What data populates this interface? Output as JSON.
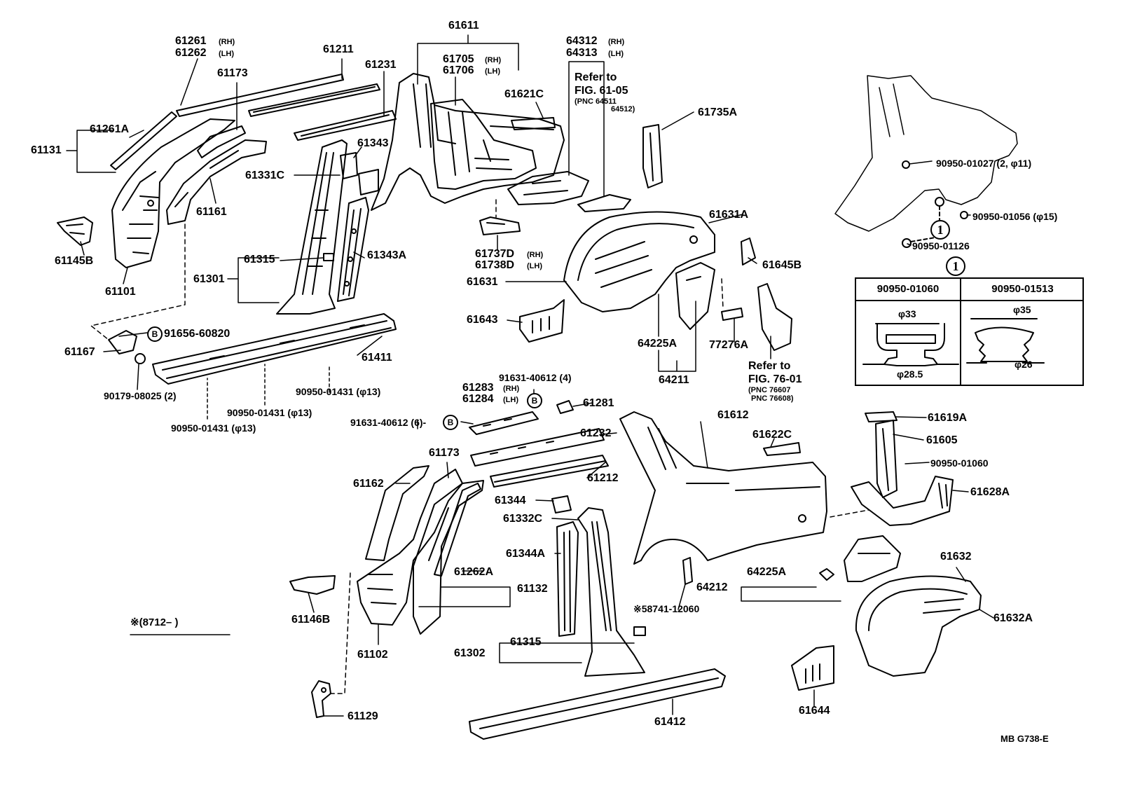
{
  "diagram": {
    "footer_code": "MB  G738-E",
    "note_mark": "※(8712–        )",
    "legend": {
      "circle_b": "B",
      "circle_1": "1"
    },
    "grommet_table": {
      "col1": {
        "part": "90950-01060",
        "outer": "φ33",
        "inner": "φ28.5"
      },
      "col2": {
        "part": "90950-01513",
        "outer": "φ35",
        "inner": "φ26"
      }
    },
    "labels": [
      {
        "id": "61611",
        "text": "61611"
      },
      {
        "id": "61261",
        "text": "61261"
      },
      {
        "id": "61261-rh",
        "text": "(RH)"
      },
      {
        "id": "61262",
        "text": "61262"
      },
      {
        "id": "61262-lh",
        "text": "(LH)"
      },
      {
        "id": "61211",
        "text": "61211"
      },
      {
        "id": "61173a",
        "text": "61173"
      },
      {
        "id": "61231",
        "text": "61231"
      },
      {
        "id": "61705",
        "text": "61705"
      },
      {
        "id": "61705-rh",
        "text": "(RH)"
      },
      {
        "id": "61706",
        "text": "61706"
      },
      {
        "id": "61706-lh",
        "text": "(LH)"
      },
      {
        "id": "64312",
        "text": "64312"
      },
      {
        "id": "64312-rh",
        "text": "(RH)"
      },
      {
        "id": "64313",
        "text": "64313"
      },
      {
        "id": "64313-lh",
        "text": "(LH)"
      },
      {
        "id": "refer-to-1",
        "text": "Refer to"
      },
      {
        "id": "fig-61-05",
        "text": "FIG. 61-05"
      },
      {
        "id": "pnc-64511",
        "text": "(PNC  64511"
      },
      {
        "id": "pnc-64512",
        "text": "64512)"
      },
      {
        "id": "61621c",
        "text": "61621C"
      },
      {
        "id": "61735a",
        "text": "61735A"
      },
      {
        "id": "61261a",
        "text": "61261A"
      },
      {
        "id": "61131",
        "text": "61131"
      },
      {
        "id": "61343",
        "text": "61343"
      },
      {
        "id": "61331c",
        "text": "61331C"
      },
      {
        "id": "61161",
        "text": "61161"
      },
      {
        "id": "61145b",
        "text": "61145B"
      },
      {
        "id": "61101",
        "text": "61101"
      },
      {
        "id": "61315a",
        "text": "61315"
      },
      {
        "id": "61301",
        "text": "61301"
      },
      {
        "id": "61343a",
        "text": "61343A"
      },
      {
        "id": "61737d",
        "text": "61737D"
      },
      {
        "id": "61737d-rh",
        "text": "(RH)"
      },
      {
        "id": "61738d",
        "text": "61738D"
      },
      {
        "id": "61738d-lh",
        "text": "(LH)"
      },
      {
        "id": "61631a",
        "text": "61631A"
      },
      {
        "id": "61631",
        "text": "61631"
      },
      {
        "id": "61645b",
        "text": "61645B"
      },
      {
        "id": "61643",
        "text": "61643"
      },
      {
        "id": "91656-60820",
        "text": "91656-60820"
      },
      {
        "id": "61167",
        "text": "61167"
      },
      {
        "id": "61411",
        "text": "61411"
      },
      {
        "id": "64225a-1",
        "text": "64225A"
      },
      {
        "id": "77276a",
        "text": "77276A"
      },
      {
        "id": "64211",
        "text": "64211"
      },
      {
        "id": "refer-to-2",
        "text": "Refer to"
      },
      {
        "id": "fig-76-01",
        "text": "FIG. 76-01"
      },
      {
        "id": "pnc-76607",
        "text": "(PNC 76607"
      },
      {
        "id": "pnc-76608",
        "text": "PNC 76608)"
      },
      {
        "id": "90179-08025",
        "text": "90179-08025 (2)"
      },
      {
        "id": "90950-01431-a",
        "text": "90950-01431 (φ13)"
      },
      {
        "id": "90950-01431-b",
        "text": "90950-01431 (φ13)"
      },
      {
        "id": "90950-01431-c",
        "text": "90950-01431 (φ13)"
      },
      {
        "id": "91631-40612-4",
        "text": "91631-40612 (4)"
      },
      {
        "id": "61283",
        "text": "61283"
      },
      {
        "id": "61283-rh",
        "text": "(RH)"
      },
      {
        "id": "61284",
        "text": "61284"
      },
      {
        "id": "61284-lh",
        "text": "(LH)"
      },
      {
        "id": "61281",
        "text": "61281"
      },
      {
        "id": "91631-40612-6",
        "text": "91631-40612 (6)-"
      },
      {
        "id": "61232",
        "text": "61232"
      },
      {
        "id": "61612",
        "text": "61612"
      },
      {
        "id": "61622c",
        "text": "61622C"
      },
      {
        "id": "61619a",
        "text": "61619A"
      },
      {
        "id": "61605",
        "text": "61605"
      },
      {
        "id": "90950-01060",
        "text": "90950-01060"
      },
      {
        "id": "61628a",
        "text": "61628A"
      },
      {
        "id": "61173b",
        "text": "61173"
      },
      {
        "id": "61212",
        "text": "61212"
      },
      {
        "id": "61162",
        "text": "61162"
      },
      {
        "id": "61344",
        "text": "61344"
      },
      {
        "id": "61332c",
        "text": "61332C"
      },
      {
        "id": "61344a",
        "text": "61344A"
      },
      {
        "id": "61262a",
        "text": "61262A"
      },
      {
        "id": "61132",
        "text": "61132"
      },
      {
        "id": "64225a-2",
        "text": "64225A"
      },
      {
        "id": "64212",
        "text": "64212"
      },
      {
        "id": "61632",
        "text": "61632"
      },
      {
        "id": "61632a",
        "text": "61632A"
      },
      {
        "id": "61146b",
        "text": "61146B"
      },
      {
        "id": "58741-12060",
        "text": "※58741-12060"
      },
      {
        "id": "61102",
        "text": "61102"
      },
      {
        "id": "61315b",
        "text": "61315"
      },
      {
        "id": "61302",
        "text": "61302"
      },
      {
        "id": "61644",
        "text": "61644"
      },
      {
        "id": "61129",
        "text": "61129"
      },
      {
        "id": "61412",
        "text": "61412"
      },
      {
        "id": "90950-01027",
        "text": "90950-01027 (2, φ11)"
      },
      {
        "id": "90950-01056",
        "text": "90950-01056 (φ15)"
      },
      {
        "id": "90950-01126",
        "text": "90950-01126"
      }
    ]
  }
}
